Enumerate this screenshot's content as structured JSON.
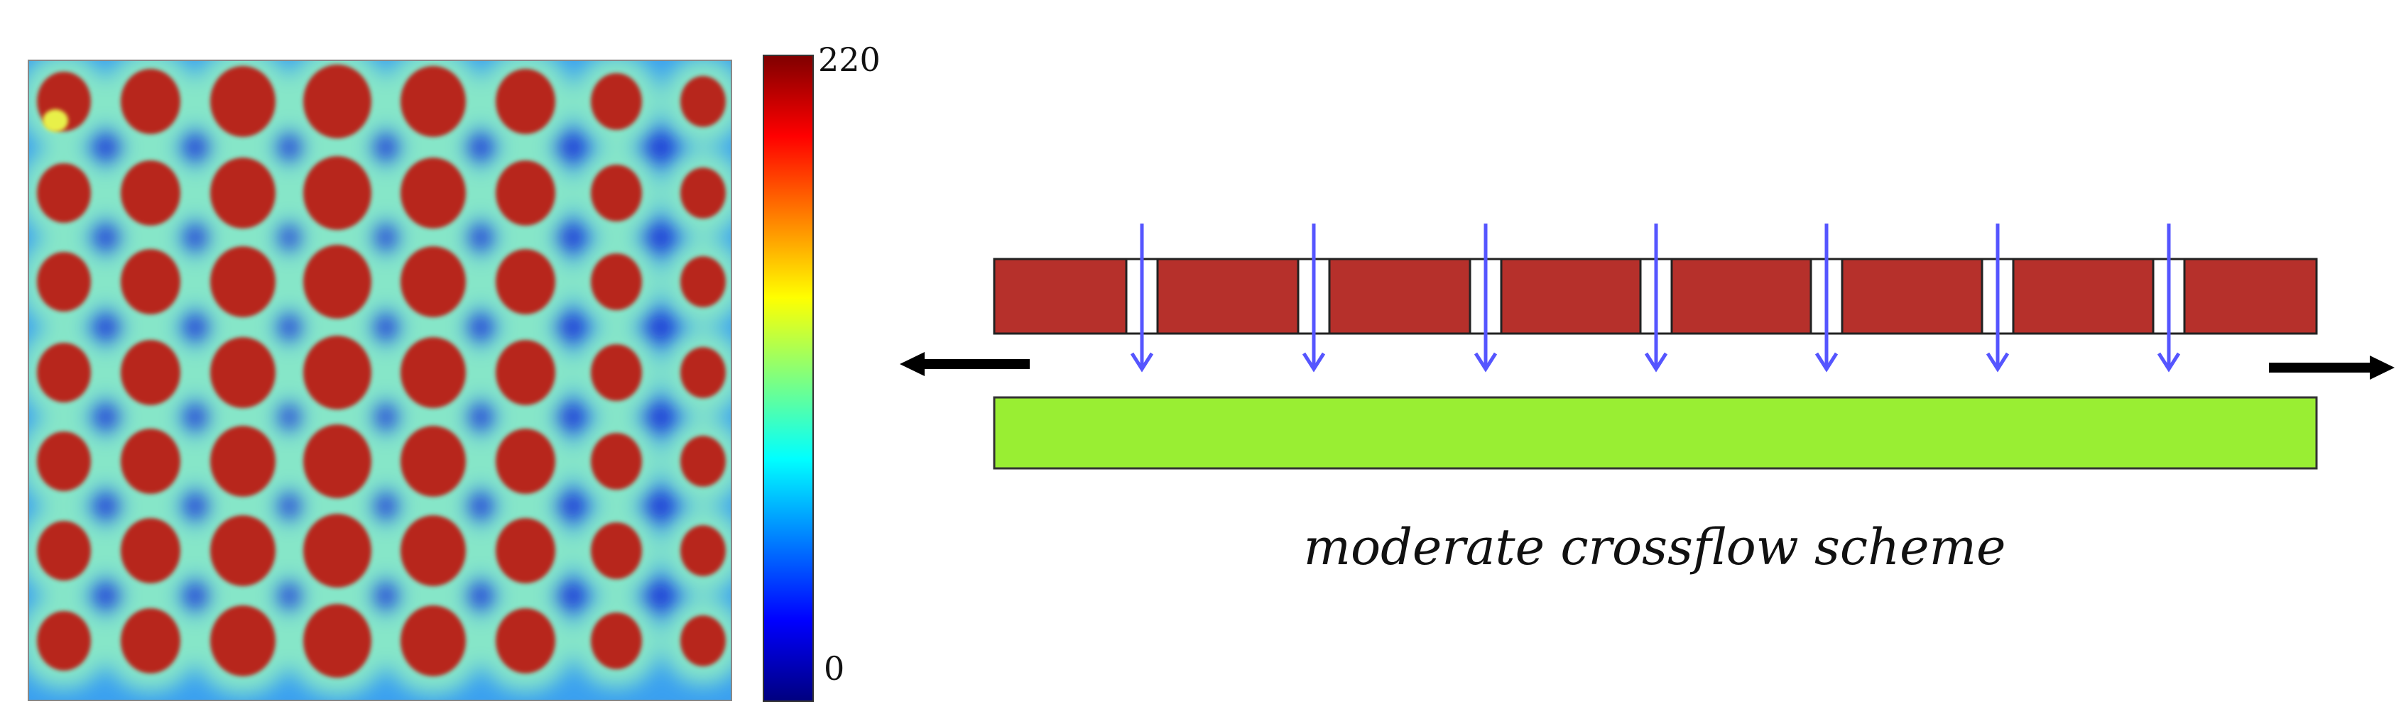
{
  "heatmap": {
    "rows": 7,
    "cols": 8,
    "jet_colors": [
      "#00007f",
      "#0000ff",
      "#007fff",
      "#00ffff",
      "#7fff7f",
      "#ffff00",
      "#ff7f00",
      "#ff0000",
      "#7f0000"
    ],
    "background_color": "#3aa0f0",
    "spot_color": "#b7281e",
    "halo_color": "#86e6c8"
  },
  "colorbar": {
    "max_label": "220",
    "min_label": "0",
    "max_value": 220,
    "min_value": 0
  },
  "scheme": {
    "caption": "moderate crossflow scheme",
    "nozzle_count": 7,
    "nozzle_plate_color": "#b6302b",
    "target_plate_color": "#99ee33",
    "jet_arrow_color": "#5555ff",
    "outflow_arrow_color": "#000000"
  }
}
